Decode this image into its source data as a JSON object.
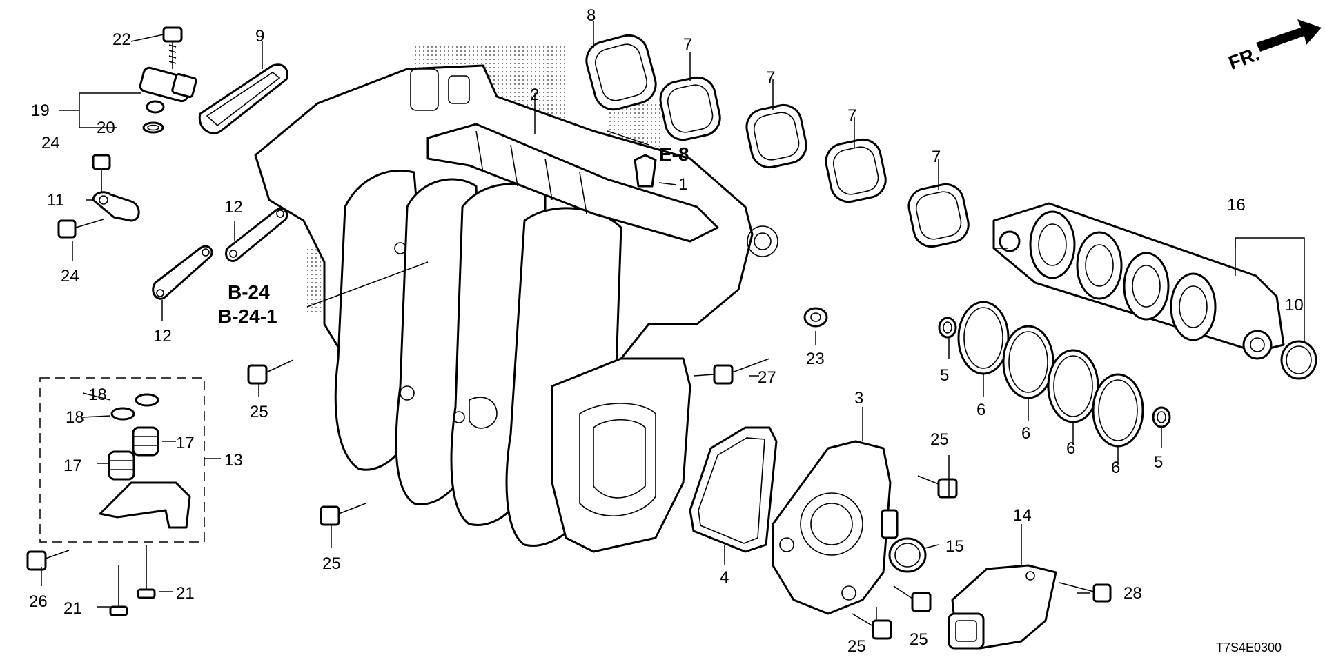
{
  "figure_code": "T7S4E0300",
  "front_marker": "FR.",
  "callouts": {
    "c1": "1",
    "c2": "2",
    "c3": "3",
    "c4": "4",
    "c5a": "5",
    "c5b": "5",
    "c6a": "6",
    "c6b": "6",
    "c6c": "6",
    "c6d": "6",
    "c7a": "7",
    "c7b": "7",
    "c7c": "7",
    "c7d": "7",
    "c8": "8",
    "c9": "9",
    "c10": "10",
    "c11": "11",
    "c12a": "12",
    "c12b": "12",
    "c13": "13",
    "c14": "14",
    "c15": "15",
    "c16": "16",
    "c17a": "17",
    "c17b": "17",
    "c18a": "18",
    "c18b": "18",
    "c19": "19",
    "c20": "20",
    "c21a": "21",
    "c21b": "21",
    "c22": "22",
    "c23": "23",
    "c24a": "24",
    "c24b": "24",
    "c25a": "25",
    "c25b": "25",
    "c25c": "25",
    "c25d": "25",
    "c25e": "25",
    "c26": "26",
    "c27": "27",
    "c28": "28"
  },
  "references": {
    "e8": "E-8",
    "b24": "B-24",
    "b24_1": "B-24-1"
  },
  "icons": {
    "front_arrow": "front-direction-arrow-icon"
  }
}
